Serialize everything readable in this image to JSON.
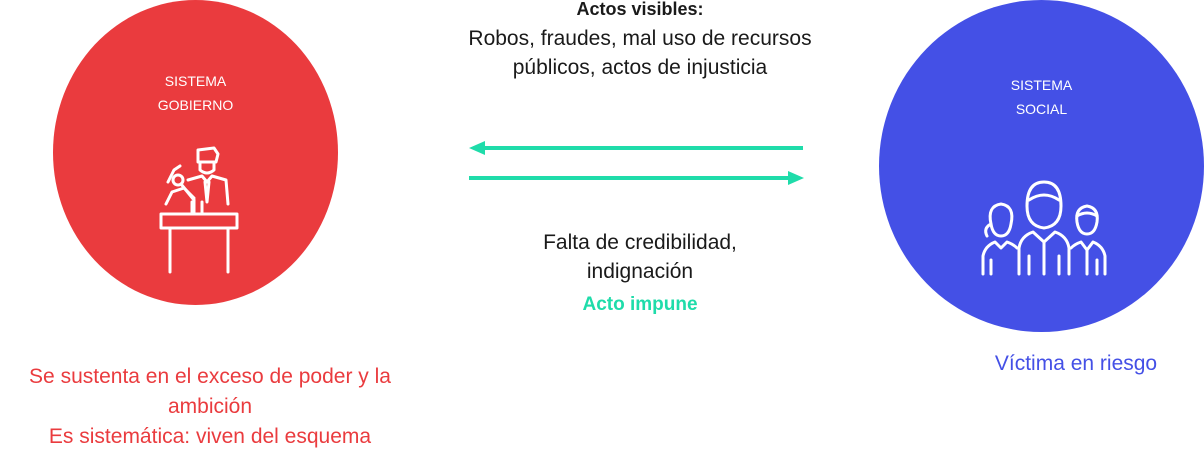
{
  "left_node": {
    "label_line1": "SISTEMA",
    "label_line2": "GOBIERNO",
    "icon": "politician-at-podium-icon",
    "color": "#ea3b3e",
    "caption_line1": "Se sustenta en el exceso de poder y la",
    "caption_line2": "ambición",
    "caption_line3": "Es sistemática: viven del esquema"
  },
  "right_node": {
    "label_line1": "SISTEMA",
    "label_line2": "SOCIAL",
    "icon": "people-group-icon",
    "color": "#4450e6",
    "caption": "Víctima en riesgo"
  },
  "top_relation": {
    "title": "Actos visibles:",
    "line1": "Robos, fraudes, mal uso de recursos",
    "line2": "públicos, actos de injusticia"
  },
  "bottom_relation": {
    "line1": "Falta de credibilidad,",
    "line2": "indignación",
    "accent": "Acto impune",
    "accent_color": "#1fdcaa"
  },
  "arrow_color": "#1fdcaa"
}
